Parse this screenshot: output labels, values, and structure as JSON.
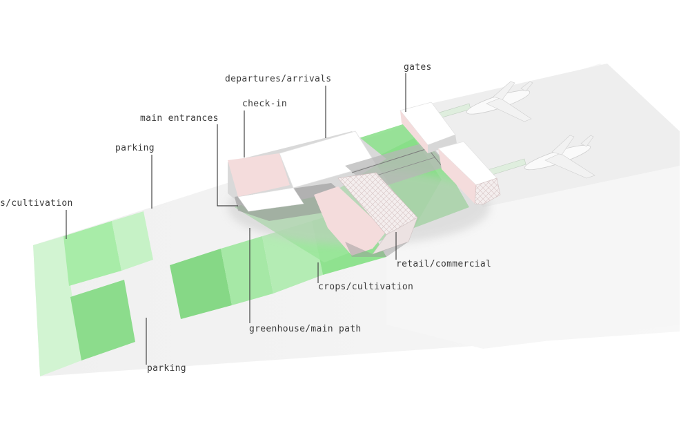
{
  "labels": {
    "cultivation_left": "s/cultivation",
    "parking_top": "parking",
    "main_entrances": "main entrances",
    "check_in": "check-in",
    "departures_arrivals": "departures/arrivals",
    "gates": "gates",
    "retail_commercial": "retail/commercial",
    "crops_cultivation": "crops/cultivation",
    "greenhouse_main_path": "greenhouse/main path",
    "parking_bottom": "parking"
  },
  "colors": {
    "background": "#ffffff",
    "ground": "#efefef",
    "green_light": "#c8f2c8",
    "green_mid": "#a6eca6",
    "green_dark": "#86dc86",
    "roof": "#ffffff",
    "roof_pink": "#f6dede",
    "leader_line": "#444444",
    "text": "#3a3a3a"
  }
}
